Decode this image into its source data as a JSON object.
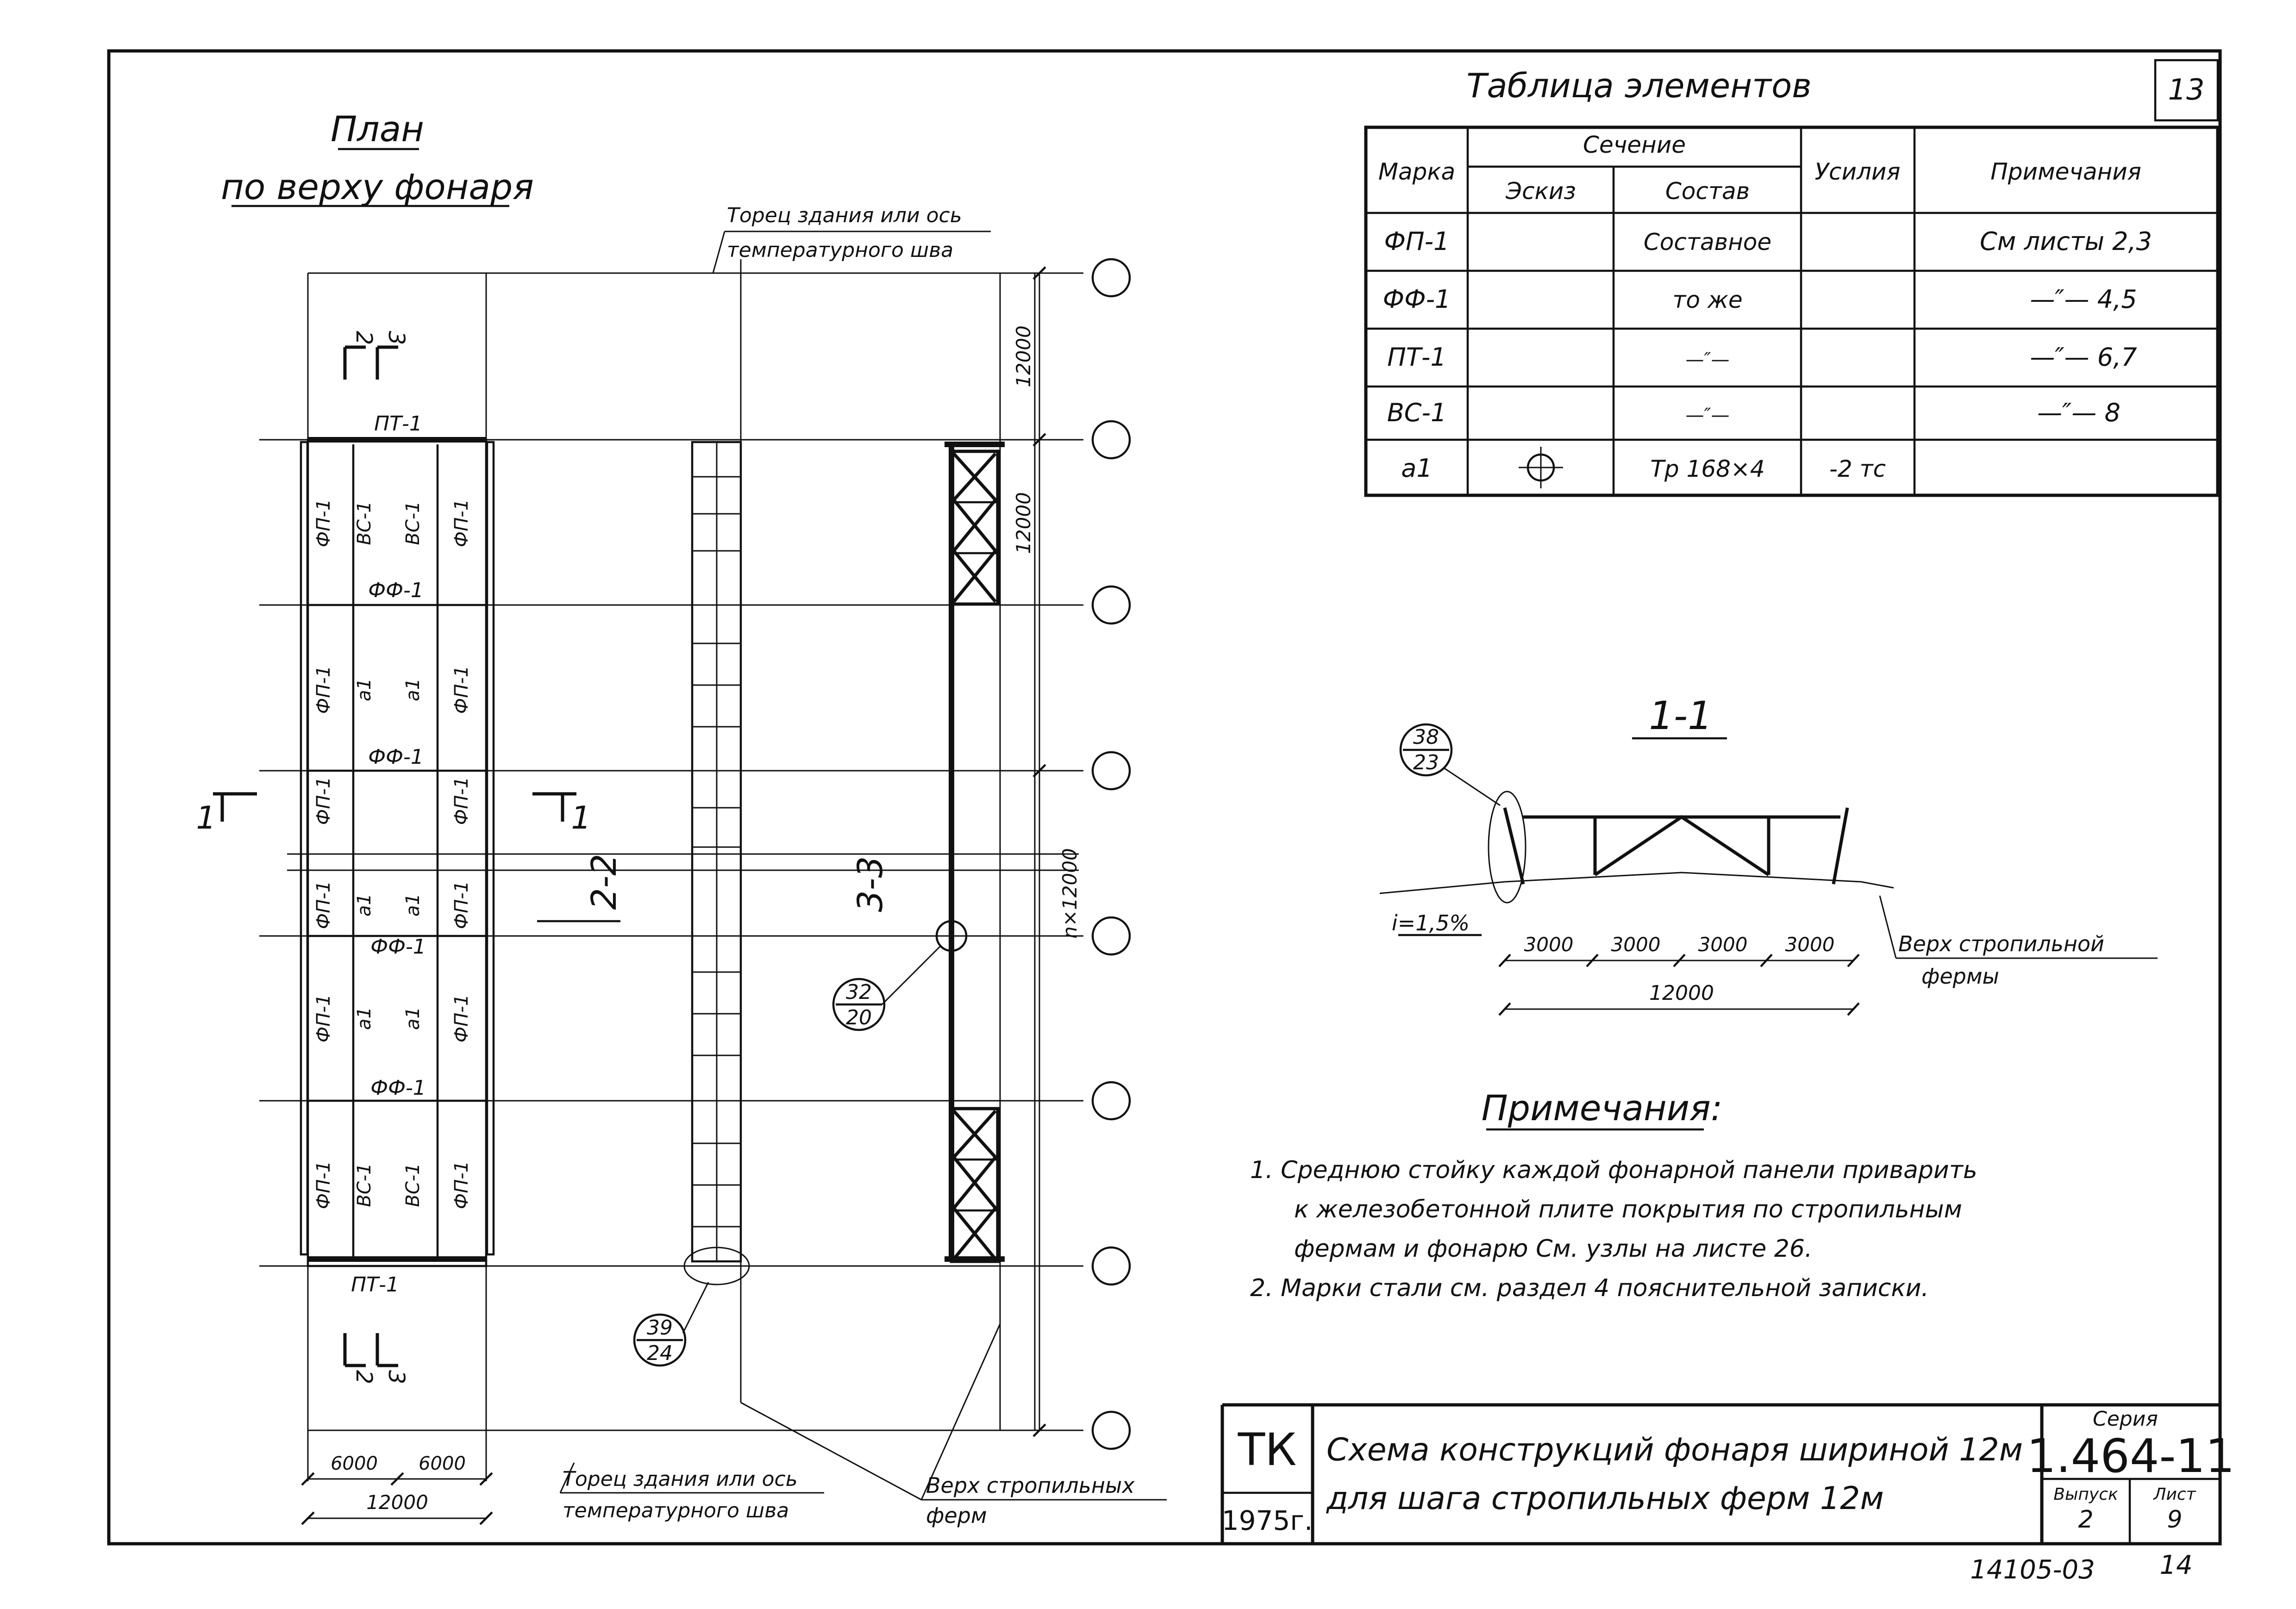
{
  "sheet_number": "13",
  "plan": {
    "title": "План",
    "subtitle": "по верху фонаря",
    "top_note_1": "Торец здания или ось",
    "top_note_2": "температурного шва",
    "bottom_note_1": "Торец здания или ось",
    "bottom_note_2": "температурного шва",
    "rafter_note_1": "Верх стропильных",
    "rafter_note_2": "ферм",
    "dim_top": "12000",
    "dim_second": "12000",
    "dim_total": "n×12000",
    "dim_6000_a": "6000",
    "dim_6000_b": "6000",
    "dim_bottom": "12000",
    "section_1": "1",
    "section_2": "2",
    "section_3": "3",
    "section_2_2": "2-2",
    "section_3_3": "3-3",
    "label_pt": "ПТ-1",
    "label_fp": "ФП-1",
    "label_vs": "ВС-1",
    "label_a1": "а1",
    "label_ff": "ФФ-1",
    "callout_1_num": "32",
    "callout_1_den": "20",
    "callout_2_num": "39",
    "callout_2_den": "24"
  },
  "table": {
    "title": "Таблица элементов",
    "headers": {
      "mark": "Марка",
      "section": "Сечение",
      "sketch": "Эскиз",
      "composition": "Состав",
      "force": "Усилия",
      "notes": "Примечания"
    },
    "rows": [
      {
        "mark": "ФП-1",
        "composition": "Составное",
        "force": "",
        "note": "См листы  2,3"
      },
      {
        "mark": "ФФ-1",
        "composition": "то же",
        "force": "",
        "note": "—″—  4,5"
      },
      {
        "mark": "ПТ-1",
        "composition": "—″—",
        "force": "",
        "note": "—″—  6,7"
      },
      {
        "mark": "ВС-1",
        "composition": "—″—",
        "force": "",
        "note": "—″—  8"
      },
      {
        "mark": "а1",
        "composition": "Тр 168×4",
        "force": "-2 тс",
        "note": ""
      }
    ]
  },
  "section_view": {
    "title": "1-1",
    "callout_num": "38",
    "callout_den": "23",
    "slope": "i=1,5%",
    "dims": [
      "3000",
      "3000",
      "3000",
      "3000"
    ],
    "dim_total": "12000",
    "note_1": "Верх стропильной",
    "note_2": "фермы"
  },
  "notes": {
    "title": "Примечания:",
    "items": [
      "1.  Среднюю  стойку  каждой  фонарной  панели  приварить",
      "к железобетонной  плите  покрытия  по  стропильным",
      "фермам  и  фонарю  См. узлы  на  листе  26.",
      "2.  Марки  стали  см.  раздел 4  пояснительной  записки."
    ]
  },
  "title_block": {
    "org": "ТК",
    "year": "1975г.",
    "title_line_1": "Схема  конструкций  фонаря  шириной  12м",
    "title_line_2": "для  шага  стропильных  ферм  12м",
    "series_label": "Серия",
    "series": "1.464-11",
    "issue_label": "Выпуск",
    "issue": "2",
    "sheet_label": "Лист",
    "sheet": "9"
  },
  "footer": {
    "code": "14105-03",
    "page": "14"
  }
}
